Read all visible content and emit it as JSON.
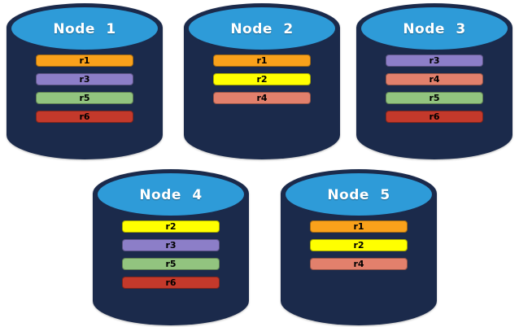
{
  "page": {
    "background": "#ffffff"
  },
  "colors": {
    "cylinder_body": "#1B2A4B",
    "cylinder_top": "#2E9BD8",
    "title_text": "#ffffff",
    "bar_text": "#000000",
    "replica_r1_orange": "#F9A11B",
    "replica_r2_yellow": "#FFFF00",
    "replica_r3_purple": "#8C7EC8",
    "replica_r4_salmon": "#E2806C",
    "replica_r5_green": "#92C47F",
    "replica_r6_red": "#C4392B"
  },
  "nodes": [
    {
      "title": "Node 1",
      "bars": [
        {
          "label": "r1",
          "color": "#F9A11B"
        },
        {
          "label": "r3",
          "color": "#8C7EC8"
        },
        {
          "label": "r5",
          "color": "#92C47F"
        },
        {
          "label": "r6",
          "color": "#C4392B"
        }
      ]
    },
    {
      "title": "Node 2",
      "bars": [
        {
          "label": "r1",
          "color": "#F9A11B"
        },
        {
          "label": "r2",
          "color": "#FFFF00"
        },
        {
          "label": "r4",
          "color": "#E2806C"
        }
      ]
    },
    {
      "title": "Node 3",
      "bars": [
        {
          "label": "r3",
          "color": "#8C7EC8"
        },
        {
          "label": "r4",
          "color": "#E2806C"
        },
        {
          "label": "r5",
          "color": "#92C47F"
        },
        {
          "label": "r6",
          "color": "#C4392B"
        }
      ]
    },
    {
      "title": "Node 4",
      "bars": [
        {
          "label": "r2",
          "color": "#FFFF00"
        },
        {
          "label": "r3",
          "color": "#8C7EC8"
        },
        {
          "label": "r5",
          "color": "#92C47F"
        },
        {
          "label": "r6",
          "color": "#C4392B"
        }
      ]
    },
    {
      "title": "Node 5",
      "bars": [
        {
          "label": "r1",
          "color": "#F9A11B"
        },
        {
          "label": "r2",
          "color": "#FFFF00"
        },
        {
          "label": "r4",
          "color": "#E2806C"
        }
      ]
    }
  ]
}
